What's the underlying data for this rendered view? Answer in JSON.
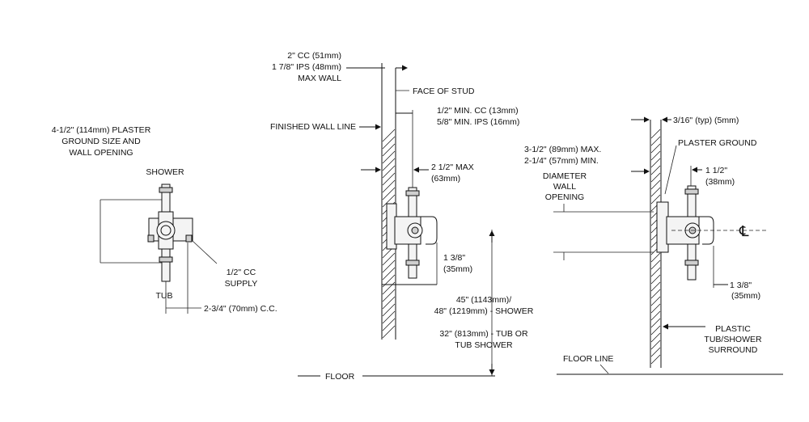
{
  "left_view": {
    "plaster_size_lines": [
      "4-1/2\" (114mm) PLASTER",
      "GROUND SIZE AND",
      "WALL OPENING"
    ],
    "shower_label": "SHOWER",
    "tub_label": "TUB",
    "supply_lines": [
      "1/2\" CC",
      "SUPPLY"
    ],
    "cc_label": "2-3/4\" (70mm) C.C."
  },
  "middle_view": {
    "max_wall_lines": [
      "2\" CC (51mm)",
      "1 7/8\" IPS (48mm)",
      "MAX WALL"
    ],
    "face_of_stud": "FACE OF STUD",
    "finished_wall_line": "FINISHED WALL LINE",
    "min_lines": [
      "1/2\" MIN. CC (13mm)",
      "5/8\" MIN. IPS (16mm)"
    ],
    "max_lines": [
      "2 1/2\" MAX",
      "(63mm)"
    ],
    "depth_lines": [
      "1 3/8\"",
      "(35mm)"
    ],
    "shower_height_lines": [
      "45\" (1143mm)/",
      "48\" (1219mm) - SHOWER"
    ],
    "tub_height_lines": [
      "32\" (813mm) - TUB OR",
      "TUB SHOWER"
    ],
    "floor": "FLOOR"
  },
  "right_view": {
    "typ_label": "3/16\" (typ) (5mm)",
    "plaster_ground": "PLASTER GROUND",
    "diameter_lines": [
      "3-1/2\" (89mm) MAX.",
      "2-1/4\" (57mm) MIN.",
      "DIAMETER",
      "WALL",
      "OPENING"
    ],
    "one_half_lines": [
      "1 1/2\"",
      "(38mm)"
    ],
    "centerline_symbol": "℄",
    "depth_lines": [
      "1 3/8\"",
      "(35mm)"
    ],
    "surround_lines": [
      "PLASTIC",
      "TUB/SHOWER",
      "SURROUND"
    ],
    "floor_line": "FLOOR LINE"
  }
}
